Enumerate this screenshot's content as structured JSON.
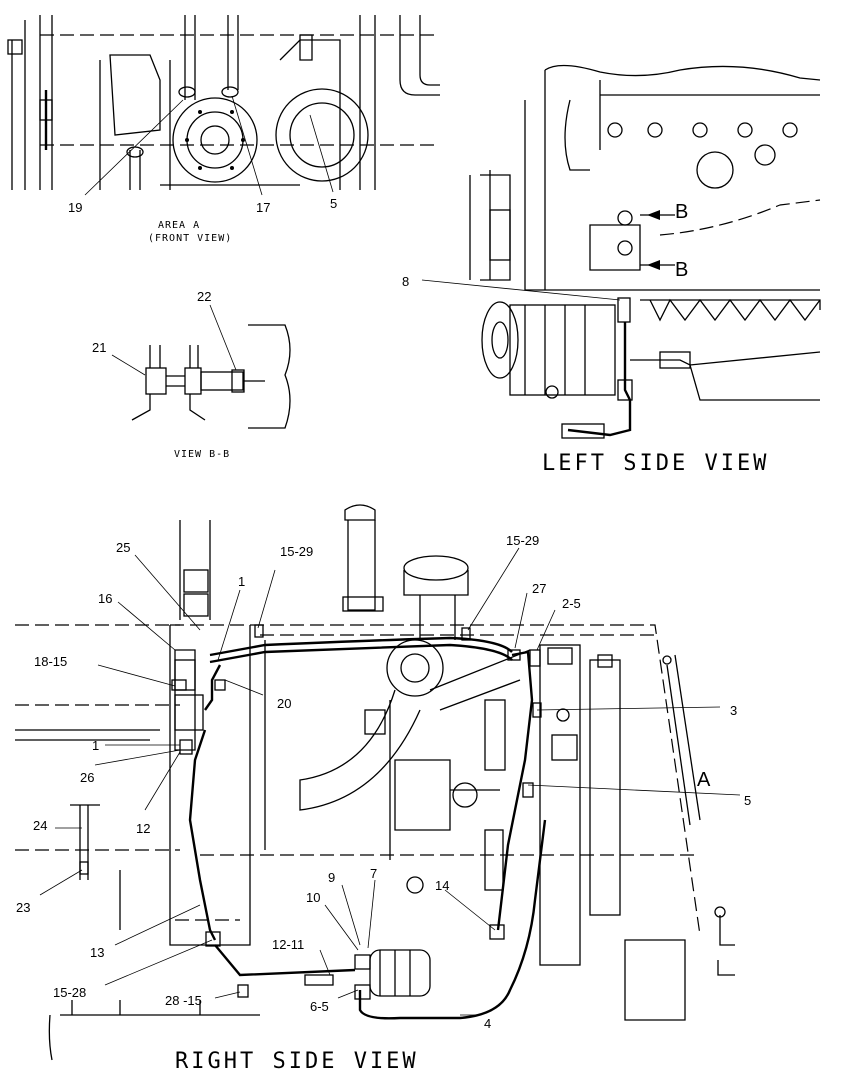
{
  "views": {
    "area_a_title": "AREA A",
    "area_a_subtitle": "(FRONT VIEW)",
    "view_bb": "VIEW B-B",
    "left_side": "LEFT SIDE VIEW",
    "right_side": "RIGHT SIDE VIEW"
  },
  "callouts": {
    "area_a": [
      "19",
      "17",
      "5"
    ],
    "view_bb": [
      "22",
      "21"
    ],
    "left_side": [
      "8",
      "B",
      "B"
    ],
    "right_side": [
      "25",
      "15-29",
      "15-29",
      "1",
      "16",
      "27",
      "2-5",
      "18-15",
      "20",
      "3",
      "1",
      "26",
      "A",
      "12",
      "5",
      "24",
      "23",
      "9",
      "7",
      "10",
      "14",
      "13",
      "12-11",
      "15-28",
      "28 -15",
      "6-5",
      "4"
    ]
  }
}
